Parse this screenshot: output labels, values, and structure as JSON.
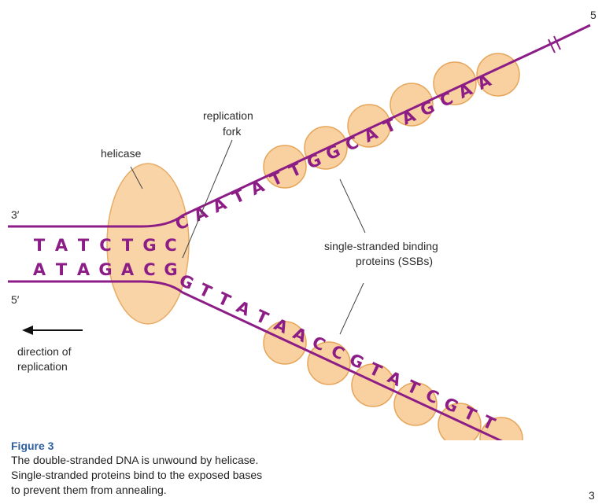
{
  "labels": {
    "helicase": "helicase",
    "fork_line1": "replication",
    "fork_line2": "fork",
    "ssb_line1": "single-stranded binding",
    "ssb_line2": "proteins (SSBs)",
    "direction_line1": "direction of",
    "direction_line2": "replication",
    "three_prime_left": "3′",
    "five_prime_left": "5′",
    "top_right_end": "5",
    "bottom_right_end": "3"
  },
  "strands": {
    "top_paired": [
      "T",
      "A",
      "T",
      "C",
      "T",
      "G",
      "C"
    ],
    "bottom_paired": [
      "A",
      "T",
      "A",
      "G",
      "A",
      "C",
      "G"
    ],
    "top_single": [
      "C",
      "A",
      "A",
      "T",
      "A",
      "T",
      "T",
      "G",
      "G",
      "C",
      "A",
      "T",
      "A",
      "G",
      "C",
      "A",
      "A"
    ],
    "bottom_single": [
      "G",
      "T",
      "T",
      "A",
      "T",
      "A",
      "A",
      "C",
      "C",
      "G",
      "T",
      "A",
      "T",
      "C",
      "G",
      "T",
      "T"
    ]
  },
  "caption": {
    "title": "Figure 3",
    "line1": "The double-stranded DNA is unwound by helicase.",
    "line2": "Single-stranded proteins bind to the exposed bases",
    "line3": "to prevent them from annealing."
  },
  "colors": {
    "strand": "#8d1d86",
    "protein_fill": "#f9d1a0",
    "protein_stroke": "#e6a55a",
    "caption_title": "#2e5fa0"
  }
}
